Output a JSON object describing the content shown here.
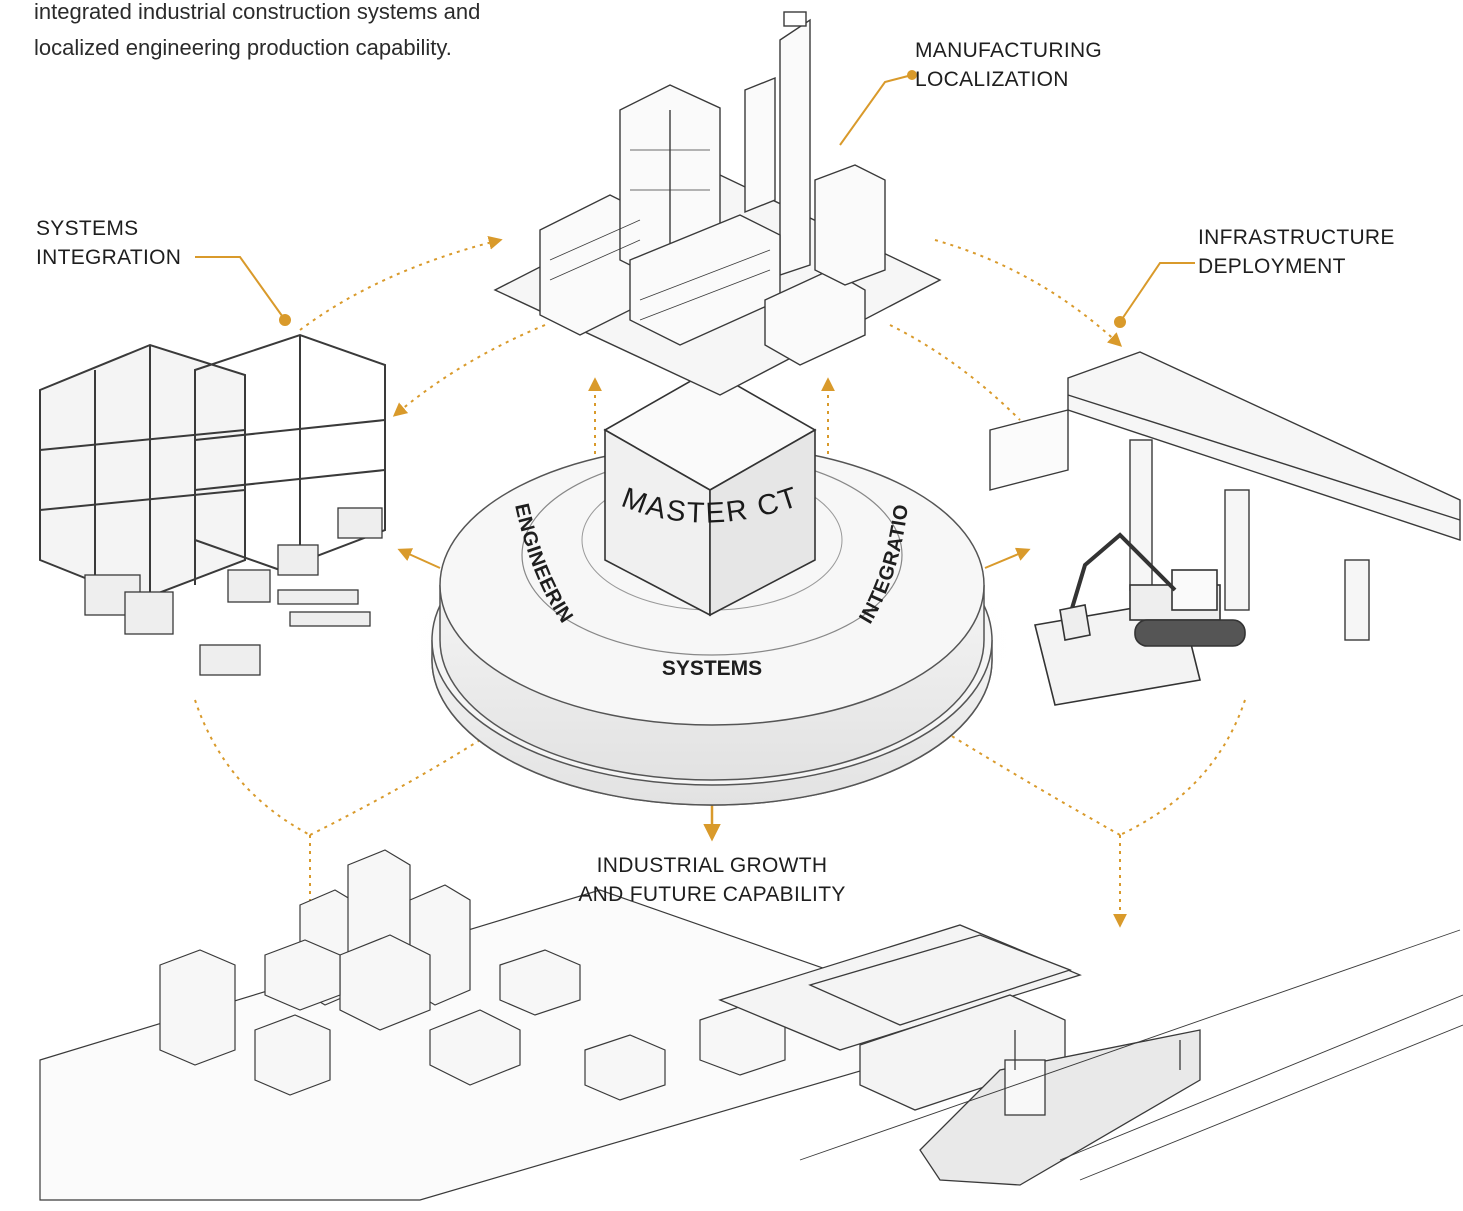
{
  "intro": {
    "line1": "integrated industrial construction systems and",
    "line2": "localized engineering production capability."
  },
  "hub": {
    "cube_label": "MASTER CTS",
    "ring_left": "ENGINEERING",
    "ring_right": "INTEGRATION",
    "ring_bottom": "SYSTEMS"
  },
  "labels": {
    "manufacturing": {
      "line1": "MANUFACTURING",
      "line2": "LOCALIZATION"
    },
    "systems_integration": {
      "line1": "SYSTEMS",
      "line2": "INTEGRATION"
    },
    "infrastructure": {
      "line1": "INFRASTRUCTURE",
      "line2": "DEPLOYMENT"
    },
    "growth": {
      "line1": "INDUSTRIAL GROWTH",
      "line2": "AND FUTURE CAPABILITY"
    }
  },
  "colors": {
    "accent": "#d99a2b",
    "line": "#3a3a3a",
    "ring": "#f2f2f2"
  }
}
